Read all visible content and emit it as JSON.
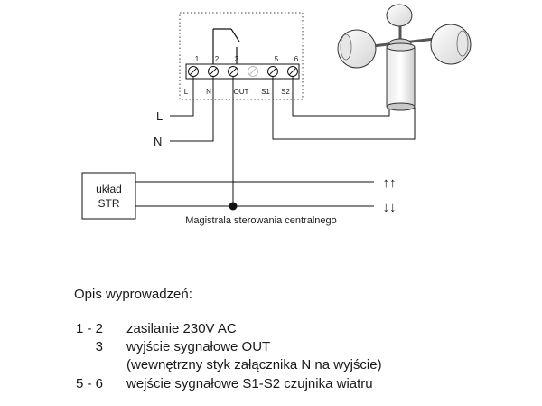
{
  "device": {
    "terminal_numbers": [
      "1",
      "2",
      "3",
      "5",
      "6"
    ],
    "terminal_labels": [
      "L",
      "N",
      "OUT",
      "S1",
      "S2"
    ]
  },
  "lines": {
    "L": "L",
    "N": "N"
  },
  "controller": {
    "line1": "układ",
    "line2": "STR"
  },
  "bus": {
    "label": "Magistrala sterowania centralnego",
    "up_arrow": "↑↑",
    "down_arrow": "↓↓"
  },
  "legend": {
    "title": "Opis wyprowadzeń:",
    "rows": [
      {
        "num": "1 - 2",
        "text": "zasilanie 230V AC"
      },
      {
        "num": "3",
        "text": "wyjście sygnałowe OUT"
      },
      {
        "num": "",
        "text": "(wewnętrzny styk załącznika N na  wyjście)"
      },
      {
        "num": "5 - 6",
        "text": "wejście sygnałowe S1-S2 czujnika wiatru"
      }
    ]
  }
}
